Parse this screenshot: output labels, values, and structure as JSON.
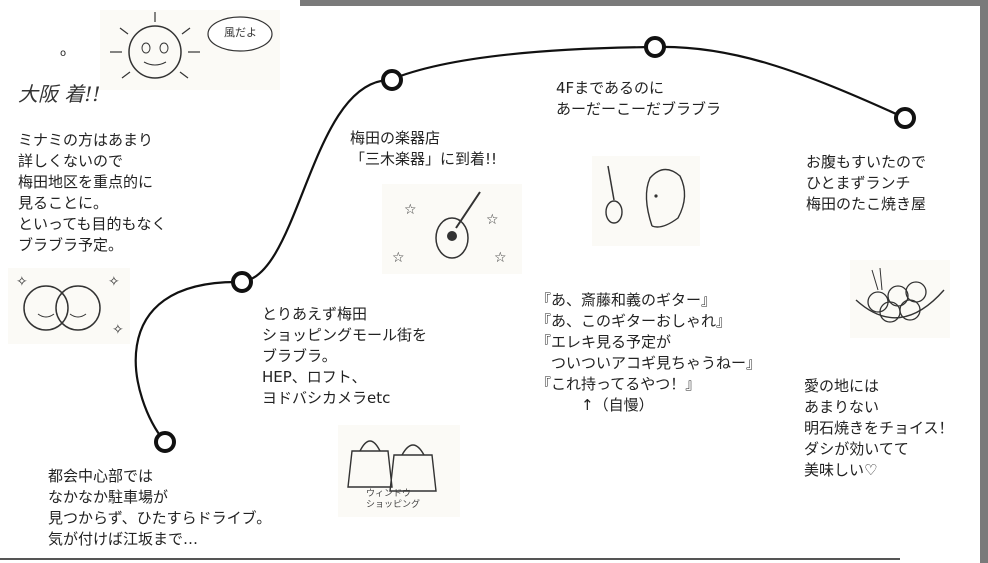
{
  "top_left": {
    "sun_bubble": "風だよ",
    "osaka_arrival": "大阪 着!!"
  },
  "notes": {
    "minami": "ミナミの方はあまり\n詳しくないので\n梅田地区を重点的に\n見ることに。\nといっても目的もなく\nブラブラ予定。",
    "downtown": "都会中心部では\nなかなか駐車場が\n見つからず、ひたすらドライブ。\n気が付けば江坂まで…",
    "umeda_shopping": "とりあえず梅田\nショッピングモール街を\nブラブラ。\nHEP、ロフト、\nヨドバシカメラetc",
    "music_store": "梅田の楽器店\n「三木楽器」に到着!!",
    "floor": "4Fまであるのに\nあーだーこーだブラブラ",
    "guitar_talk": "『あ、斎藤和義のギター』\n『あ、このギターおしゃれ』\n『エレキ見る予定が\n　ついついアコギ見ちゃうねー』\n『これ持ってるやつ！』\n　　　↑（自慢）",
    "lunch": "お腹もすいたので\nひとまずランチ\n梅田のたこ焼き屋",
    "akashiyaki": "愛の地には\nあまりない\n明石焼きをチョイス！\nダシが効いてて\n美味しい♡"
  },
  "sketches": {
    "window_shopping": "ウィンドウ\nショッピング"
  }
}
